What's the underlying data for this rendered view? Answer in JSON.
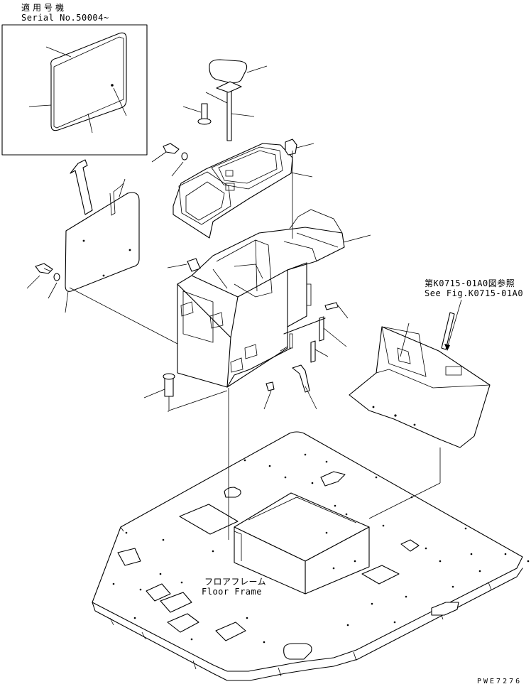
{
  "applicable_header": {
    "line1": "適用号機",
    "line2": "Serial No.50004~"
  },
  "reference_note": {
    "line1": "第K0715-01A0図参照",
    "line2": "See Fig.K0715-01A0"
  },
  "floor_frame_label": {
    "jp": "フロアフレーム",
    "en": "Floor Frame"
  },
  "drawing_code": "PWE7276",
  "colors": {
    "line": "#000000",
    "background": "#ffffff"
  }
}
